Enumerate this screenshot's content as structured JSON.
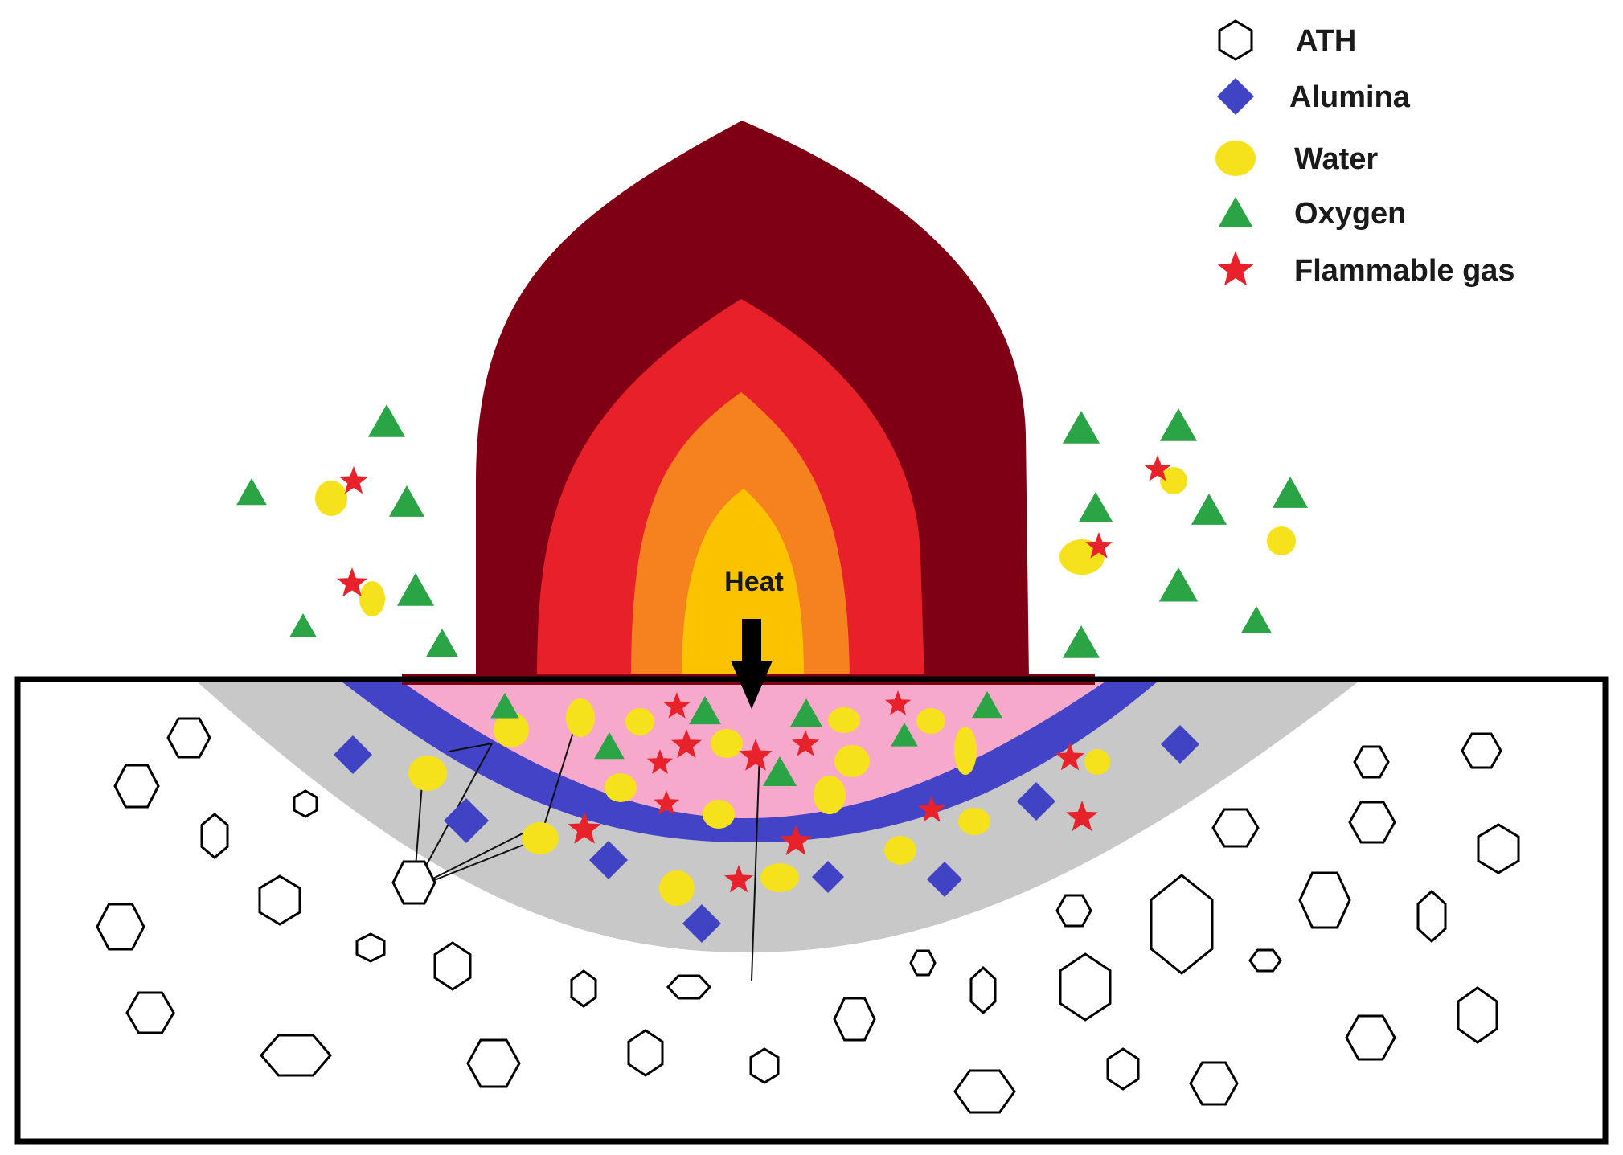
{
  "diagram": {
    "center_label": "Heat",
    "legend": [
      {
        "label": "ATH",
        "icon": "hexagon-outline-icon"
      },
      {
        "label": "Alumina",
        "icon": "diamond-icon"
      },
      {
        "label": "Water",
        "icon": "circle-icon"
      },
      {
        "label": "Oxygen",
        "icon": "triangle-icon"
      },
      {
        "label": "Flammable gas",
        "icon": "star-icon"
      }
    ],
    "colors": {
      "flame_outer": "#7f0015",
      "flame_middle": "#e8202a",
      "flame_inner": "#f5821f",
      "flame_core": "#fbc200",
      "pyrolysis_zone": "#f6a9cb",
      "alumina_layer": "#4343c8",
      "char_zone": "#c8c8c8",
      "alumina": "#3f43c4",
      "water": "#f6e21c",
      "oxygen": "#2aa444",
      "flammable_gas": "#e8222a",
      "ath": "#ffffff"
    }
  }
}
